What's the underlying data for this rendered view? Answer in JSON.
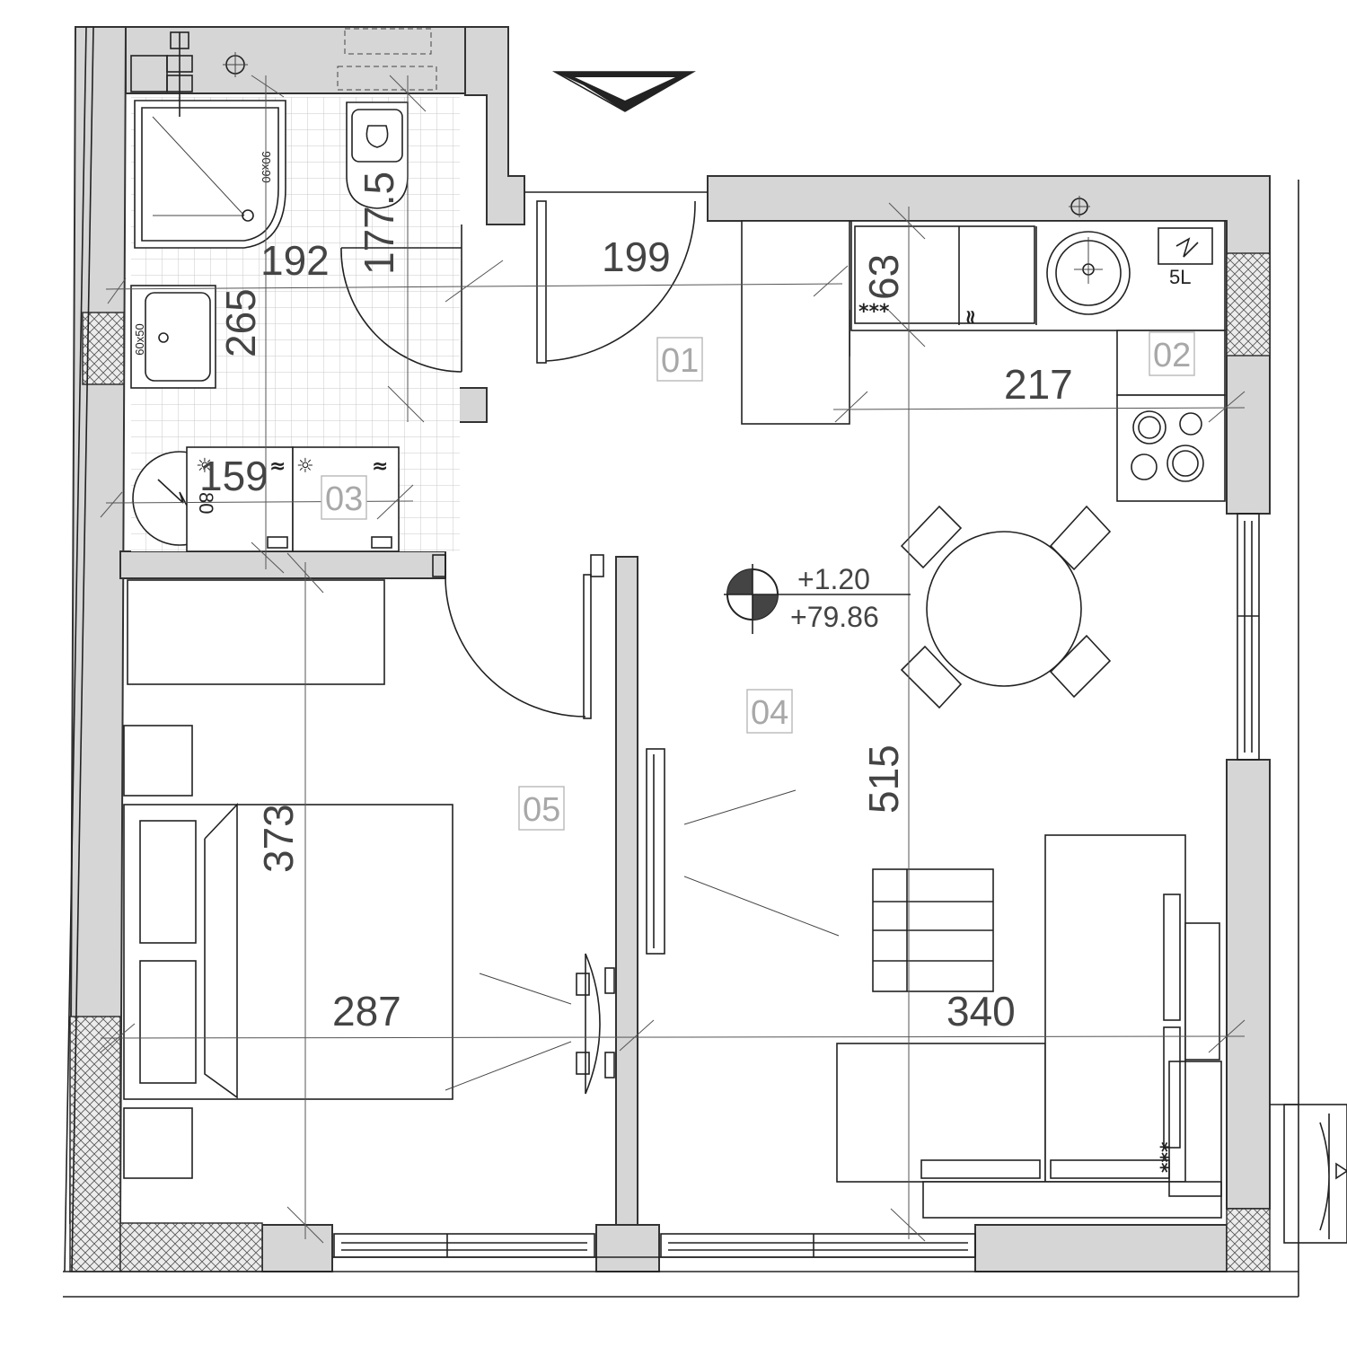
{
  "rooms": [
    {
      "id": "r01",
      "label": "01"
    },
    {
      "id": "r02",
      "label": "02"
    },
    {
      "id": "r03",
      "label": "03"
    },
    {
      "id": "r04",
      "label": "04"
    },
    {
      "id": "r05",
      "label": "05"
    }
  ],
  "dimensions": {
    "d192": "192",
    "d177": "177.5",
    "d265": "265",
    "d199": "199",
    "d63": "63",
    "d217": "217",
    "d159": "159",
    "d80": "80",
    "d515": "515",
    "d373": "373",
    "d287": "287",
    "d340": "340"
  },
  "level": {
    "relative": "+1.20",
    "absolute": "+79.86"
  },
  "fixtures": {
    "shower_size": "90x90",
    "basin_size": "60x50",
    "boiler_capacity": "5L",
    "outlet_mark": "***"
  },
  "colors": {
    "wall": "#d6d6d6",
    "line": "#222222",
    "room_label": "#a8a8a8"
  }
}
